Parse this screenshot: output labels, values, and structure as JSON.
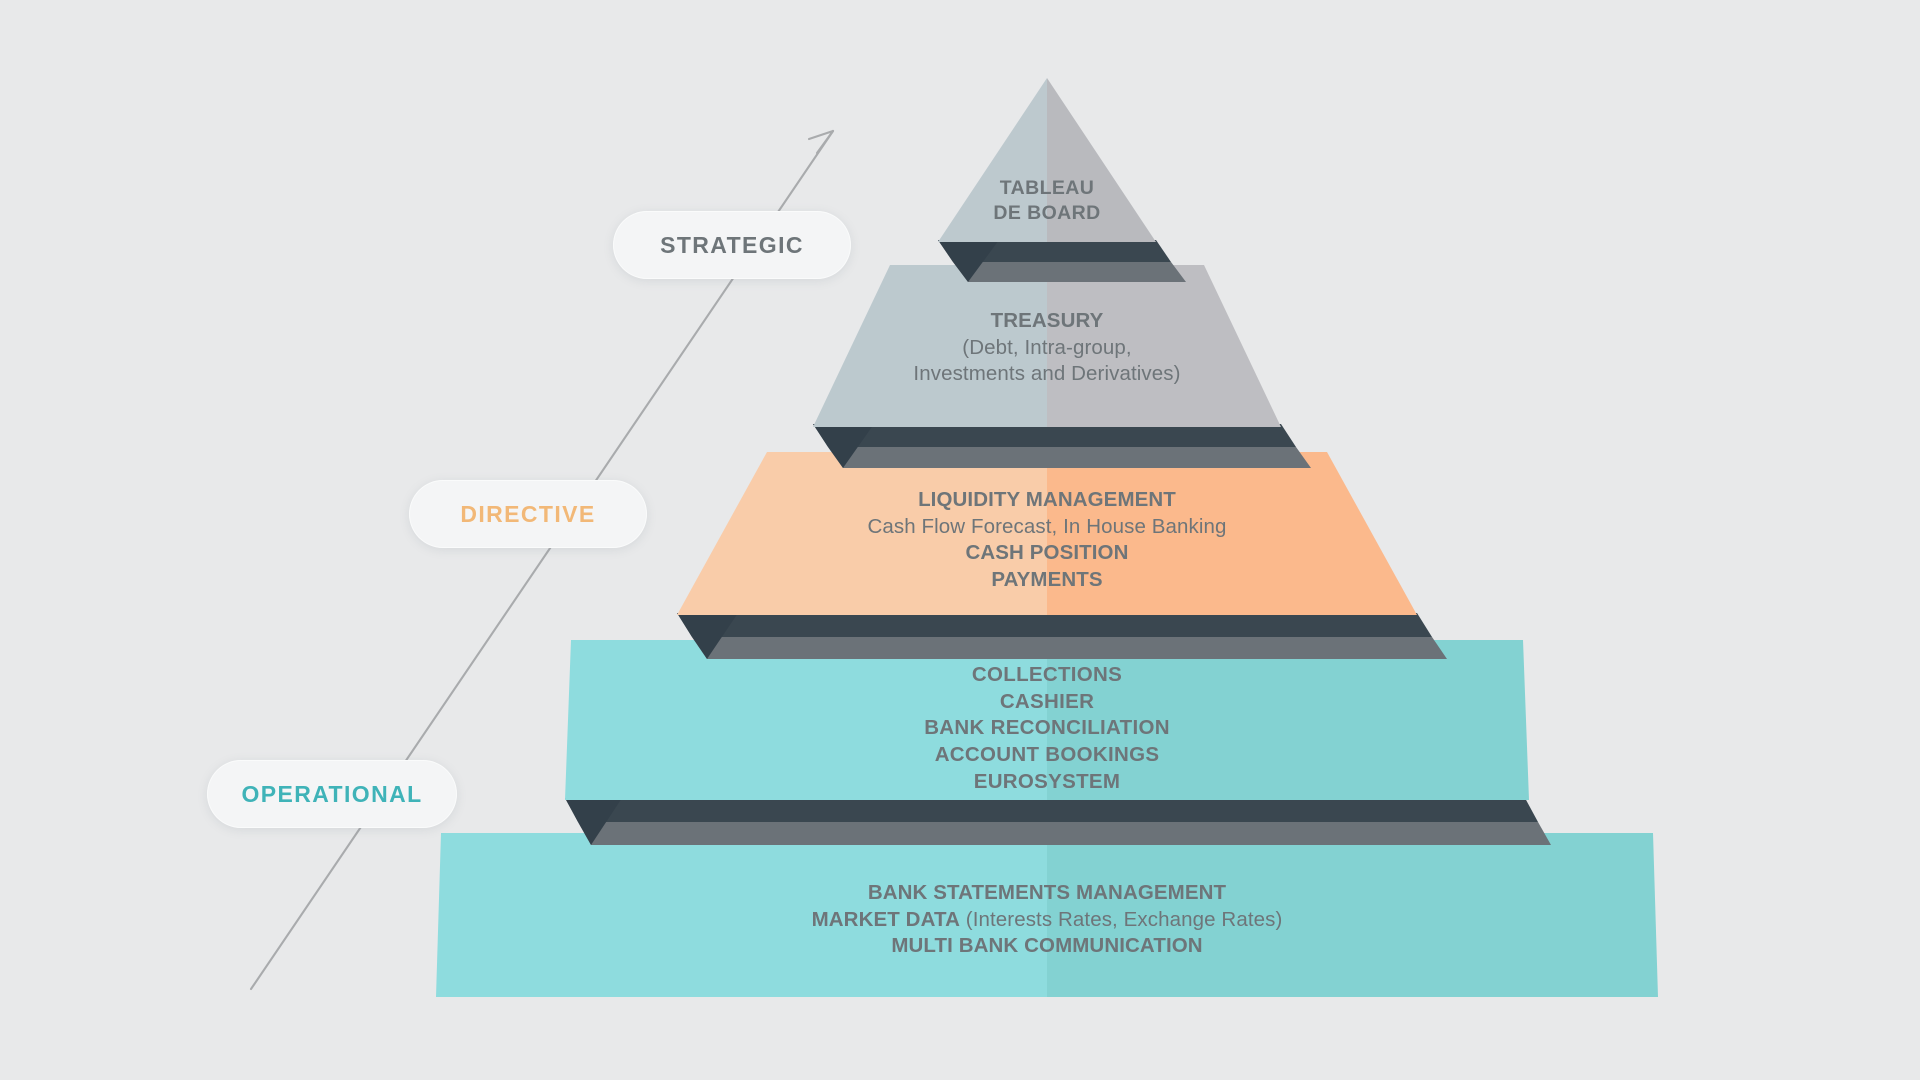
{
  "background_color": "#E8E9EA",
  "diagram": {
    "type": "pyramid",
    "title": "Treasury Management Maturity Pyramid",
    "level_count": 5,
    "axis_arrow": {
      "name": "maturity-arrow",
      "direction": "bottom-left to top-right",
      "color": "#A8AAAC"
    },
    "colors": {
      "text": "#6E7579",
      "slab_top": "#3A4750",
      "slab_side": "#6B7278",
      "gray_left": "#BCC9CE",
      "gray_right": "#BEBEC2",
      "gray_apex_left": "#BDC9CE",
      "gray_apex_right": "#B9BABE",
      "orange_left": "#F9CCA9",
      "orange_right": "#FBB98C",
      "teal_left": "#8EDCDE",
      "teal_right": "#83D2D2",
      "pill_bg": "#F4F5F6"
    },
    "categories": [
      {
        "id": "strategic",
        "pill_label": "STRATEGIC",
        "pill_color": "#6E7579",
        "levels": [
          "apex",
          "treasury"
        ]
      },
      {
        "id": "directive",
        "pill_label": "DIRECTIVE",
        "pill_color": "#F2B877",
        "levels": [
          "liquidity"
        ]
      },
      {
        "id": "operational",
        "pill_label": "OPERATIONAL",
        "pill_color": "#3FB3B8",
        "levels": [
          "collections",
          "base"
        ]
      }
    ],
    "levels": [
      {
        "id": "apex",
        "index": 1,
        "shape": "triangle",
        "fill": "gray",
        "lines": [
          {
            "text": "TABLEAU",
            "weight": "bold"
          },
          {
            "text": "DE BOARD",
            "weight": "bold"
          }
        ]
      },
      {
        "id": "treasury",
        "index": 2,
        "shape": "trapezoid",
        "fill": "gray",
        "lines": [
          {
            "text": "TREASURY",
            "weight": "bold"
          },
          {
            "text": "(Debt, Intra-group,",
            "weight": "normal"
          },
          {
            "text": "Investments and Derivatives)",
            "weight": "normal"
          }
        ]
      },
      {
        "id": "liquidity",
        "index": 3,
        "shape": "trapezoid",
        "fill": "orange",
        "lines": [
          {
            "text": "LIQUIDITY MANAGEMENT",
            "weight": "bold"
          },
          {
            "text": "Cash Flow Forecast, In House Banking",
            "weight": "normal"
          },
          {
            "text": "CASH POSITION",
            "weight": "bold"
          },
          {
            "text": "PAYMENTS",
            "weight": "bold"
          }
        ]
      },
      {
        "id": "collections",
        "index": 4,
        "shape": "trapezoid",
        "fill": "teal",
        "lines": [
          {
            "text": "COLLECTIONS",
            "weight": "bold"
          },
          {
            "text": "CASHIER",
            "weight": "bold"
          },
          {
            "text": "BANK RECONCILIATION",
            "weight": "bold"
          },
          {
            "text": "ACCOUNT BOOKINGS",
            "weight": "bold"
          },
          {
            "text": "EUROSYSTEM",
            "weight": "bold"
          }
        ]
      },
      {
        "id": "base",
        "index": 5,
        "shape": "trapezoid",
        "fill": "teal",
        "lines": [
          {
            "text": "BANK STATEMENTS MANAGEMENT",
            "weight": "bold"
          },
          {
            "text": "MARKET DATA (Interests Rates, Exchange Rates)",
            "weight": "mixed",
            "bold_part": "MARKET DATA",
            "normal_part": " (Interests Rates, Exchange Rates)"
          },
          {
            "text": "MULTI BANK COMMUNICATION",
            "weight": "bold"
          }
        ]
      }
    ]
  },
  "text": {
    "apex_line1": "TABLEAU",
    "apex_line2": "DE BOARD",
    "treasury_line1": "TREASURY",
    "treasury_line2": "(Debt, Intra-group,",
    "treasury_line3": "Investments and Derivatives)",
    "liquidity_line1": "LIQUIDITY MANAGEMENT",
    "liquidity_line2": "Cash Flow Forecast, In House Banking",
    "liquidity_line3": "CASH POSITION",
    "liquidity_line4": "PAYMENTS",
    "collections_line1": "COLLECTIONS",
    "collections_line2": "CASHIER",
    "collections_line3": "BANK RECONCILIATION",
    "collections_line4": "ACCOUNT BOOKINGS",
    "collections_line5": "EUROSYSTEM",
    "base_line1": "BANK STATEMENTS MANAGEMENT",
    "base_line2_bold": "MARKET DATA",
    "base_line2_rest": " (Interests Rates, Exchange Rates)",
    "base_line3": "MULTI BANK COMMUNICATION"
  },
  "pills": {
    "strategic": "STRATEGIC",
    "directive": "DIRECTIVE",
    "operational": "OPERATIONAL"
  }
}
